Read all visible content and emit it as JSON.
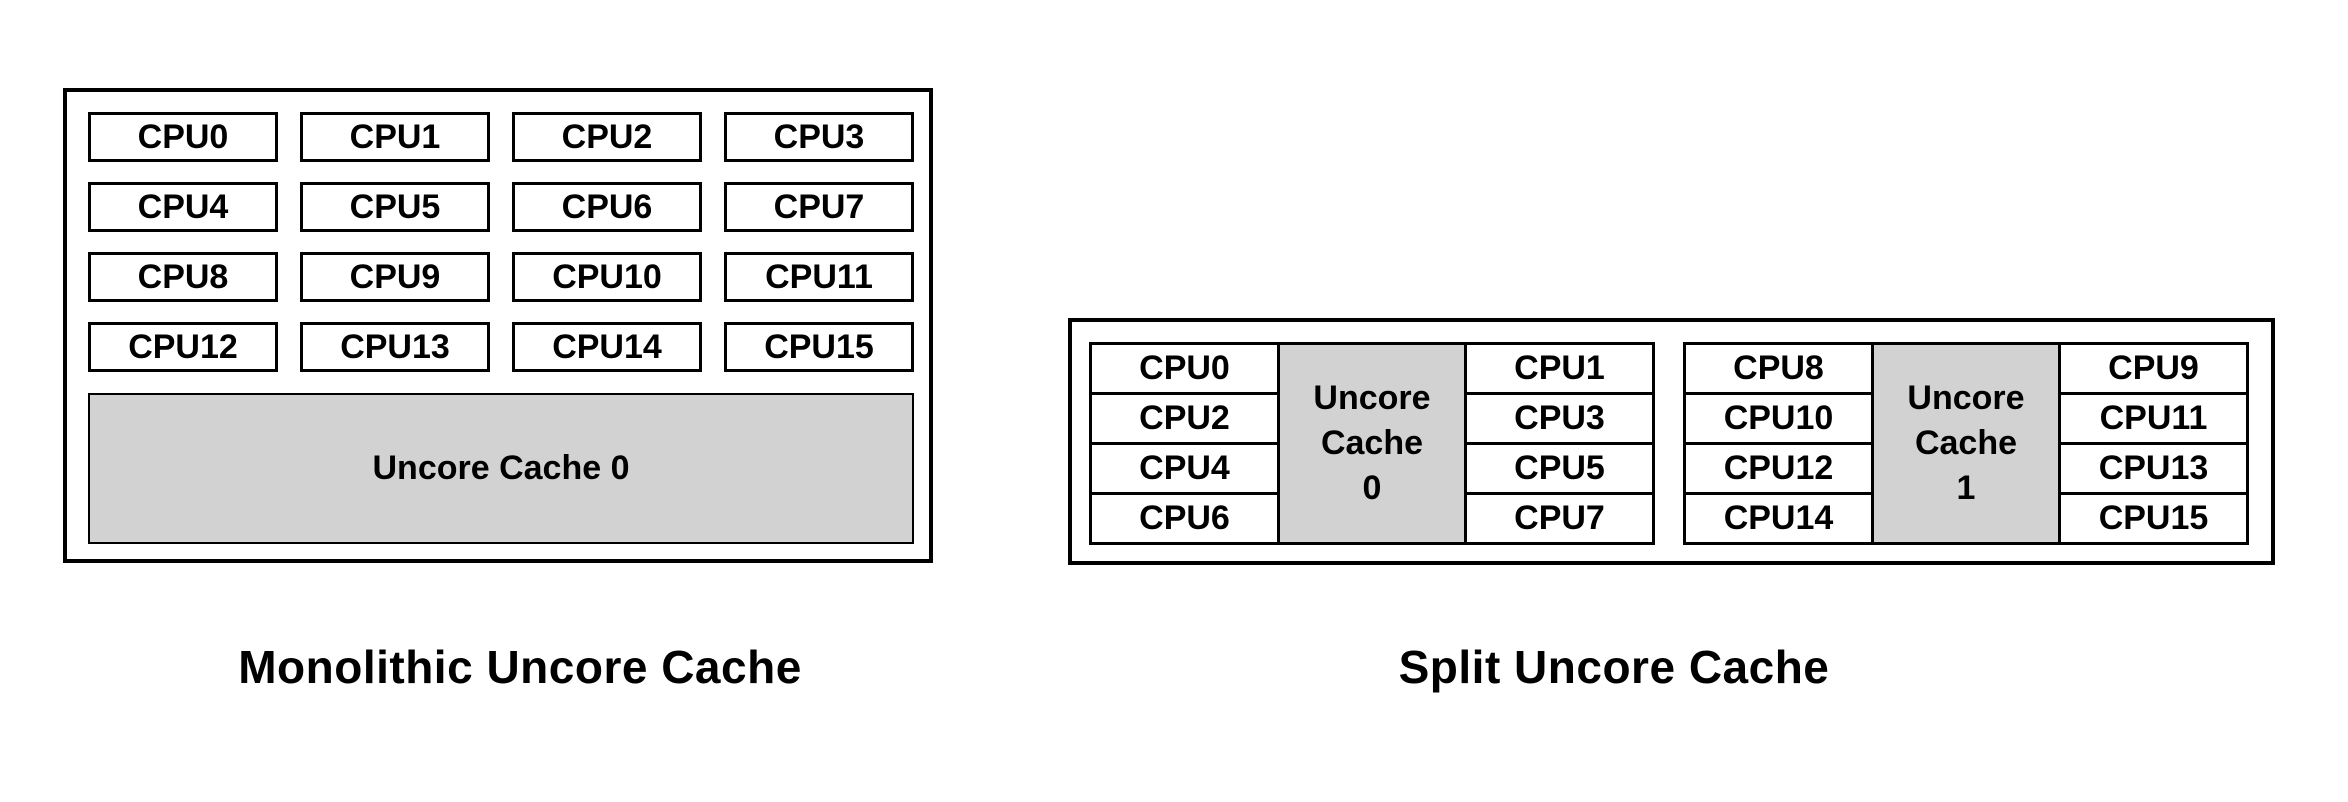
{
  "monolithic": {
    "caption": "Monolithic Uncore Cache",
    "cpus": [
      "CPU0",
      "CPU1",
      "CPU2",
      "CPU3",
      "CPU4",
      "CPU5",
      "CPU6",
      "CPU7",
      "CPU8",
      "CPU9",
      "CPU10",
      "CPU11",
      "CPU12",
      "CPU13",
      "CPU14",
      "CPU15"
    ],
    "cache_label": "Uncore Cache 0"
  },
  "split": {
    "caption": "Split Uncore Cache",
    "clusters": [
      {
        "left_cpus": [
          "CPU0",
          "CPU2",
          "CPU4",
          "CPU6"
        ],
        "cache_lines": [
          "Uncore",
          "Cache",
          "0"
        ],
        "right_cpus": [
          "CPU1",
          "CPU3",
          "CPU5",
          "CPU7"
        ]
      },
      {
        "left_cpus": [
          "CPU8",
          "CPU10",
          "CPU12",
          "CPU14"
        ],
        "cache_lines": [
          "Uncore",
          "Cache",
          "1"
        ],
        "right_cpus": [
          "CPU9",
          "CPU11",
          "CPU13",
          "CPU15"
        ]
      }
    ]
  },
  "colors": {
    "cache_fill": "#d2d2d2",
    "border": "#000000",
    "background": "#ffffff"
  }
}
